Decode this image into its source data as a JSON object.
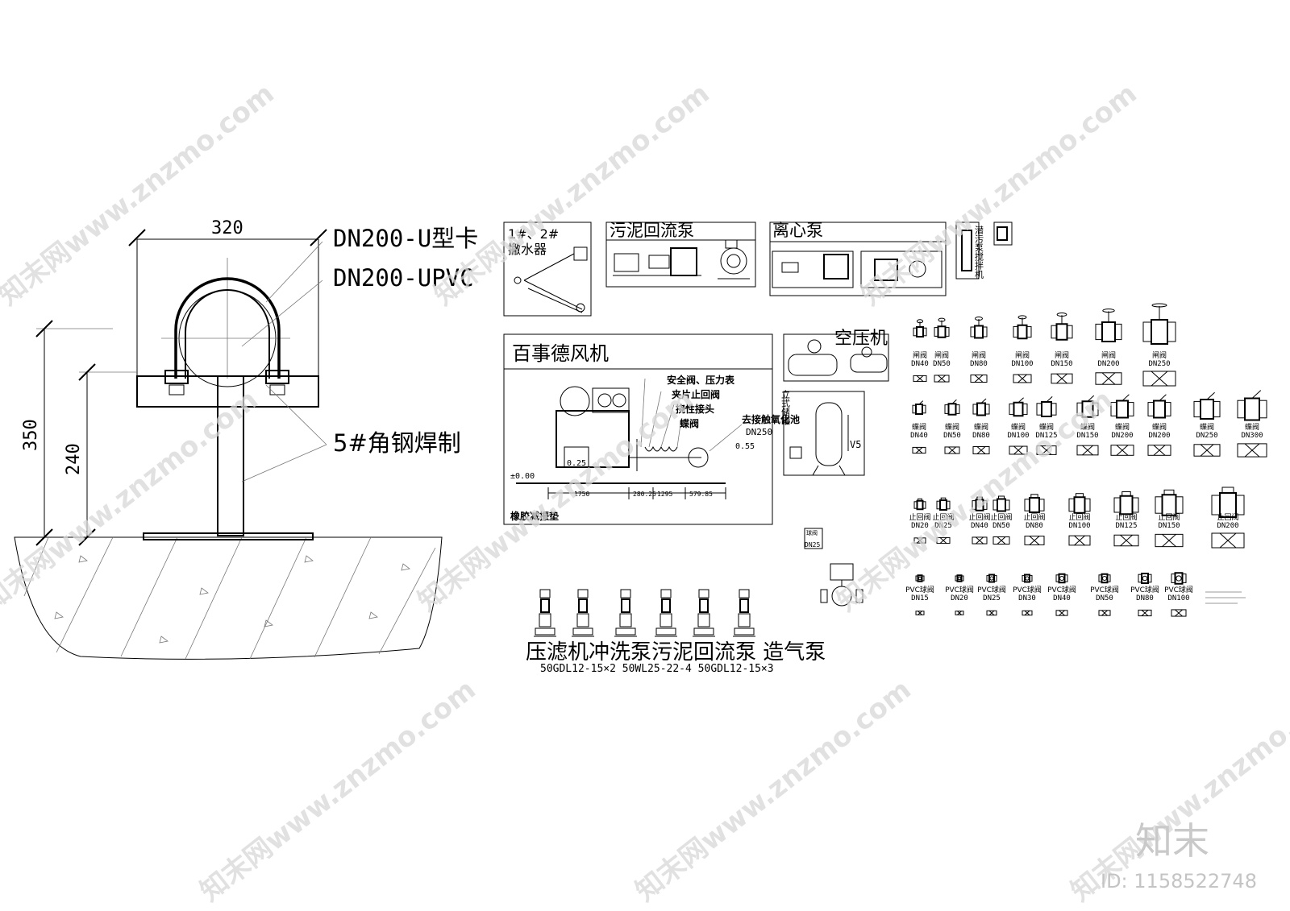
{
  "watermark": {
    "text": "知末网www.znzmo.com",
    "brand": "知末",
    "id_label": "ID: 1158522748"
  },
  "u_clamp": {
    "dim_width": "320",
    "dim_total_height": "350",
    "dim_post_height": "240",
    "label_clamp": "DN200-U型卡",
    "label_pipe": "DN200-UPVC",
    "label_support": "5#角钢焊制"
  },
  "panels": {
    "aerator": {
      "line1": "1#、2#",
      "line2": "撇水器"
    },
    "sludge_pump": {
      "title": "污泥回流泵"
    },
    "centrifugal_pump": {
      "title": "离心泵"
    },
    "tall_pump": {
      "title": "潜污泵搅拌机"
    },
    "blower": {
      "title": "百事德风机",
      "label_safety": "安全阀、压力表",
      "label_check": "夹片止回阀",
      "label_flex": "挠性接头",
      "label_butterfly": "蝶阀",
      "label_to": "去接触氧化池",
      "label_dn": "DN250",
      "level_zero": "±0.00",
      "level_025": "0.25",
      "level_055": "0.55",
      "label_pad": "橡胶减振垫",
      "dim_a": "1750",
      "dim_b": "280.25",
      "dim_c": "1295",
      "dim_d": "579.85"
    },
    "compressor": {
      "title": "空压机",
      "tank_label": "立式储罐",
      "label_v5": "V5"
    },
    "filter_valve": {
      "line1": "球阀",
      "line2": "DN25"
    },
    "vertical_pumps": {
      "title": "压滤机冲洗泵污泥回流泵 造气泵",
      "subtitle": "50GDL12-15×2 50WL25-22-4 50GDL12-15×3"
    }
  },
  "valves": {
    "gate": [
      {
        "name": "闸阀",
        "dn": "DN40"
      },
      {
        "name": "闸阀",
        "dn": "DN50"
      },
      {
        "name": "闸阀",
        "dn": "DN80"
      },
      {
        "name": "闸阀",
        "dn": "DN100"
      },
      {
        "name": "闸阀",
        "dn": "DN150"
      },
      {
        "name": "闸阀",
        "dn": "DN200"
      },
      {
        "name": "闸阀",
        "dn": "DN250"
      }
    ],
    "butterfly": [
      {
        "name": "蝶阀",
        "dn": "DN40"
      },
      {
        "name": "蝶阀",
        "dn": "DN50"
      },
      {
        "name": "蝶阀",
        "dn": "DN80"
      },
      {
        "name": "蝶阀",
        "dn": "DN100"
      },
      {
        "name": "蝶阀",
        "dn": "DN125"
      },
      {
        "name": "蝶阀",
        "dn": "DN150"
      },
      {
        "name": "蝶阀",
        "dn": "DN200"
      },
      {
        "name": "蝶阀",
        "dn": "DN200"
      },
      {
        "name": "蝶阀",
        "dn": "DN250"
      },
      {
        "name": "蝶阀",
        "dn": "DN300"
      }
    ],
    "check": [
      {
        "name": "止回阀",
        "dn": "DN20"
      },
      {
        "name": "止回阀",
        "dn": "DN25"
      },
      {
        "name": "止回阀",
        "dn": "DN40"
      },
      {
        "name": "止回阀",
        "dn": "DN50"
      },
      {
        "name": "止回阀",
        "dn": "DN80"
      },
      {
        "name": "止回阀",
        "dn": "DN100"
      },
      {
        "name": "止回阀",
        "dn": "DN125"
      },
      {
        "name": "止回阀",
        "dn": "DN150"
      },
      {
        "name": "止回阀",
        "dn": "DN200"
      }
    ],
    "pvc_ball": [
      {
        "name": "PVC球阀",
        "dn": "DN15"
      },
      {
        "name": "PVC球阀",
        "dn": "DN20"
      },
      {
        "name": "PVC球阀",
        "dn": "DN25"
      },
      {
        "name": "PVC球阀",
        "dn": "DN30"
      },
      {
        "name": "PVC球阀",
        "dn": "DN40"
      },
      {
        "name": "PVC球阀",
        "dn": "DN50"
      },
      {
        "name": "PVC球阀",
        "dn": "DN80"
      },
      {
        "name": "PVC球阀",
        "dn": "DN100"
      }
    ]
  }
}
